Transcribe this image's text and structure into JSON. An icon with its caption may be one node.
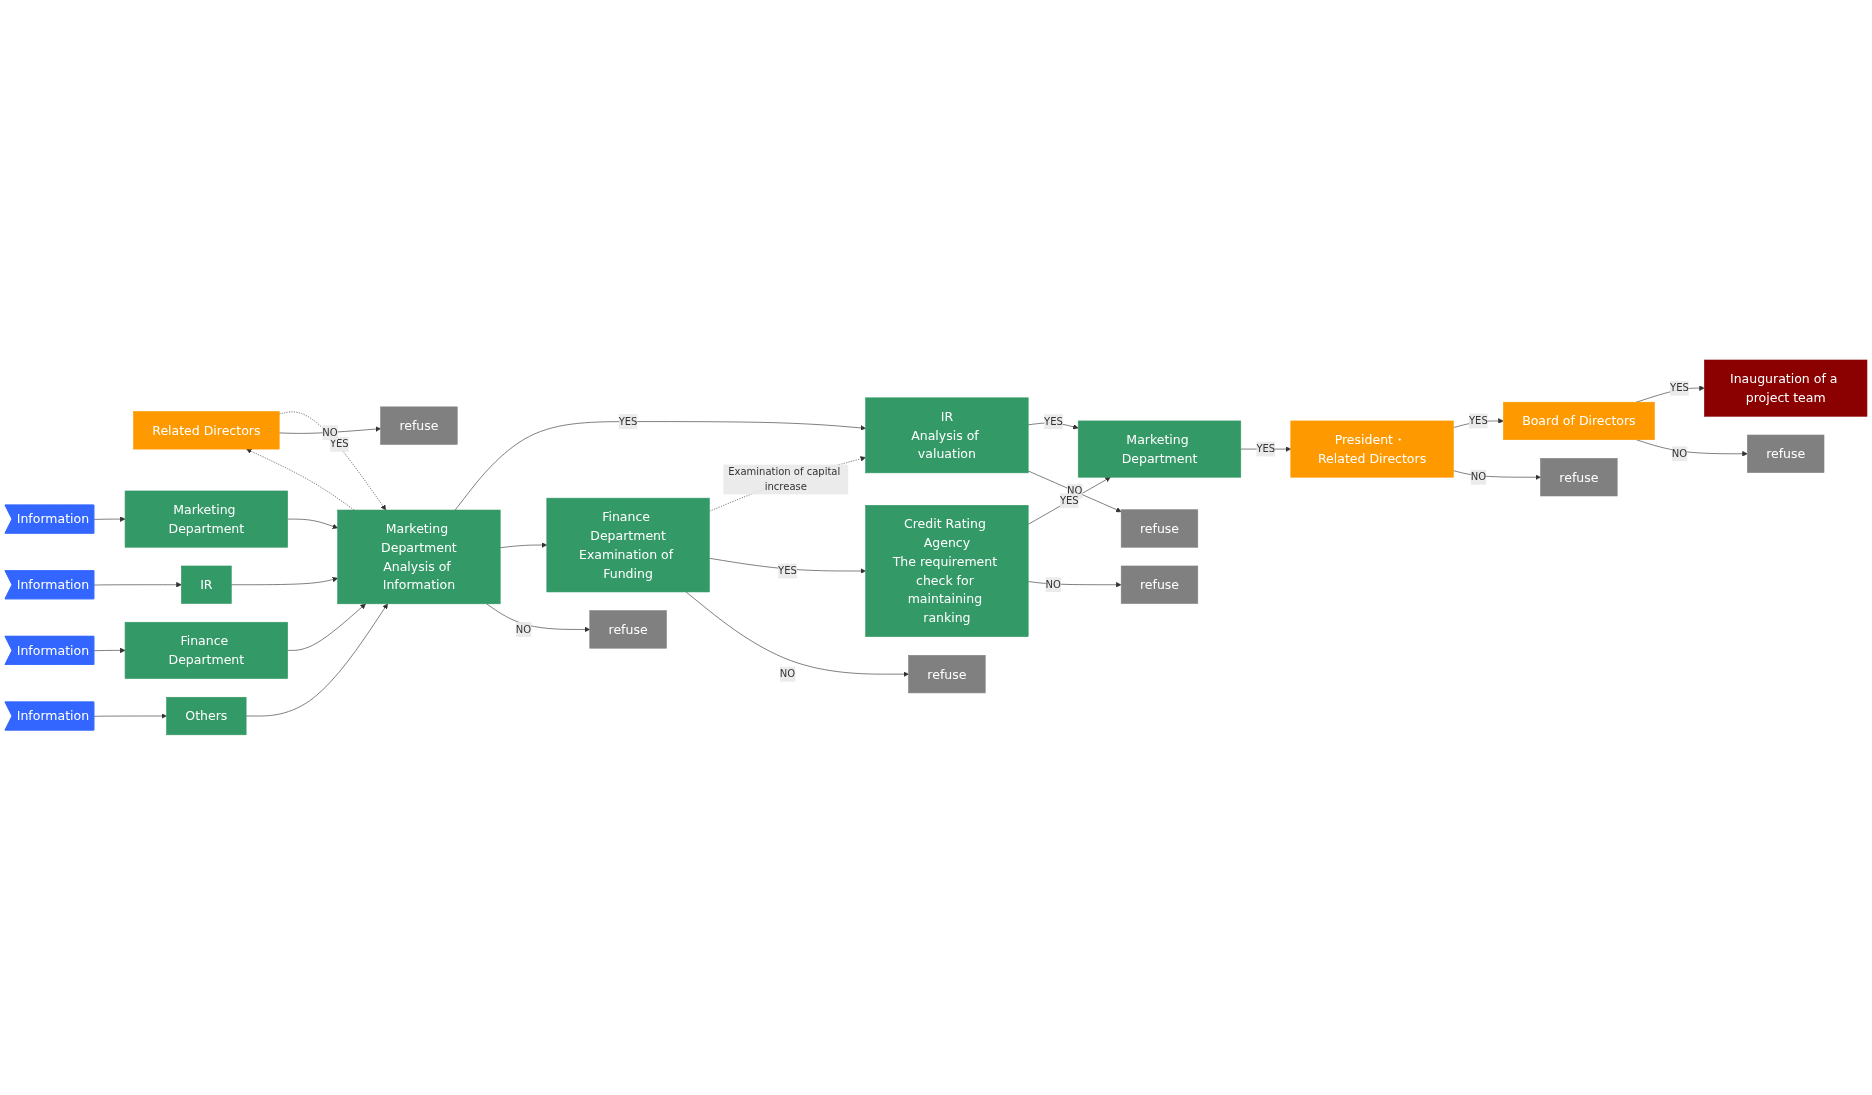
{
  "diagram": {
    "nodes": [
      {
        "text": [
          "Related Directors"
        ]
      },
      {
        "text": [
          "refuse"
        ]
      },
      {
        "text": [
          "President・ Related Directors"
        ]
      },
      {
        "text": [
          "Board of Directors"
        ]
      },
      {
        "text": [
          "Inauguration of a project team"
        ]
      },
      {
        "text": [
          "Information"
        ]
      },
      {
        "text": [
          "Marketing Department"
        ]
      },
      {
        "text": [
          "refuse"
        ]
      },
      {
        "text": [
          "refuse"
        ]
      },
      {
        "text": [
          "Marketing Department"
        ]
      },
      {
        "text": [
          "IR",
          "Analysis of valuation"
        ]
      },
      {
        "text": [
          "Information"
        ]
      },
      {
        "text": [
          "IR"
        ]
      },
      {
        "text": [
          "Marketing Department",
          "Analysis of Information"
        ]
      },
      {
        "text": [
          "refuse"
        ]
      },
      {
        "text": [
          "Information"
        ]
      },
      {
        "text": [
          "Finance Department"
        ]
      },
      {
        "text": [
          "Finance Department",
          "Examination of Funding"
        ]
      },
      {
        "text": [
          "Credit Rating Agency",
          "The requirement check for maintaining ranking"
        ]
      },
      {
        "text": [
          "refuse"
        ]
      },
      {
        "text": [
          "Information"
        ]
      },
      {
        "text": [
          "Others"
        ]
      },
      {
        "text": [
          "refuse"
        ]
      },
      {
        "text": [
          "refuse"
        ]
      }
    ],
    "edges": [
      {
        "from": 5,
        "to": 6,
        "arrow": "to"
      },
      {
        "from": 11,
        "to": 12,
        "arrow": "to"
      },
      {
        "from": 15,
        "to": 16,
        "arrow": "to"
      },
      {
        "from": 20,
        "to": 21,
        "arrow": "to"
      },
      {
        "from": 6,
        "to": 13,
        "arrow": "to"
      },
      {
        "from": 12,
        "to": 13,
        "arrow": "to"
      },
      {
        "from": 16,
        "to": 13,
        "arrow": "to"
      },
      {
        "from": 21,
        "to": 13,
        "arrow": "to"
      },
      {
        "from": 13,
        "to": 0,
        "arrow": "to",
        "style": "dashed"
      },
      {
        "from": 0,
        "to": 13,
        "arrow": "to",
        "style": "dashed",
        "label": "YES"
      },
      {
        "from": 0,
        "to": 1,
        "arrow": "to",
        "label": "NO"
      },
      {
        "from": 13,
        "to": 10,
        "arrow": "to",
        "label": "YES"
      },
      {
        "from": 13,
        "to": 17,
        "arrow": "to"
      },
      {
        "from": 13,
        "to": 19,
        "arrow": "to",
        "label": "NO"
      },
      {
        "from": 10,
        "to": 9,
        "arrow": "to",
        "label": "YES"
      },
      {
        "from": 10,
        "to": 14,
        "arrow": "to",
        "label": "NO"
      },
      {
        "from": 17,
        "to": 10,
        "arrow": "to",
        "style": "dashed",
        "label": "Examination of capital increase"
      },
      {
        "from": 17,
        "to": 18,
        "arrow": "to",
        "label": "YES"
      },
      {
        "from": 17,
        "to": 22,
        "arrow": "to",
        "label": "NO"
      },
      {
        "from": 18,
        "to": 9,
        "arrow": "to",
        "label": "YES"
      },
      {
        "from": 18,
        "to": 23,
        "arrow": "to",
        "label": "NO"
      },
      {
        "from": 9,
        "to": 2,
        "arrow": "to",
        "label": "YES"
      },
      {
        "from": 2,
        "to": 3,
        "arrow": "to",
        "label": "YES"
      },
      {
        "from": 2,
        "to": 7,
        "arrow": "to",
        "label": "NO"
      },
      {
        "from": 3,
        "to": 4,
        "arrow": "to",
        "label": "YES"
      },
      {
        "from": 3,
        "to": 8,
        "arrow": "to",
        "label": "NO"
      }
    ]
  }
}
